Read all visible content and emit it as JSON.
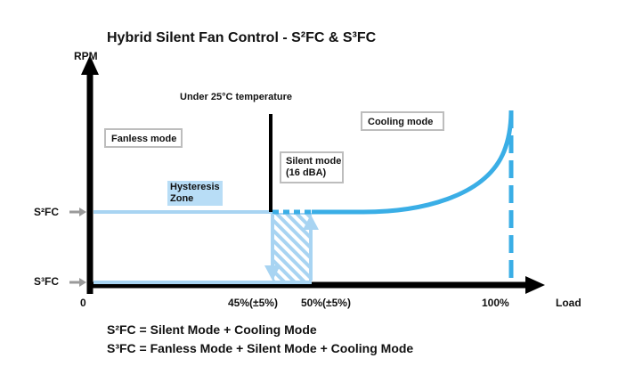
{
  "title": "Hybrid Silent Fan Control - S²FC & S³FC",
  "axes": {
    "y_label": "RPM",
    "x_label": "Load",
    "origin_label": "0"
  },
  "y_levels": {
    "s2fc": "S²FC",
    "s3fc": "S³FC"
  },
  "x_ticks": [
    "45%(±5%)",
    "50%(±5%)",
    "100%"
  ],
  "annotations": {
    "under_temp": "Under 25°C temperature",
    "fanless_mode": "Fanless mode",
    "silent_mode_line1": "Silent mode",
    "silent_mode_line2": "(16 dBA)",
    "cooling_mode": "Cooling mode",
    "hysteresis_line1": "Hysteresis",
    "hysteresis_line2": "Zone"
  },
  "legend": [
    "S²FC = Silent Mode + Cooling Mode",
    "S³FC = Fanless Mode + Silent Mode + Cooling Mode"
  ],
  "colors": {
    "axis": "#000000",
    "line_light": "#a8d4f2",
    "line_dark": "#3aaee6",
    "hatch": "#a8d4f2",
    "box_border": "#bdbdbd"
  }
}
